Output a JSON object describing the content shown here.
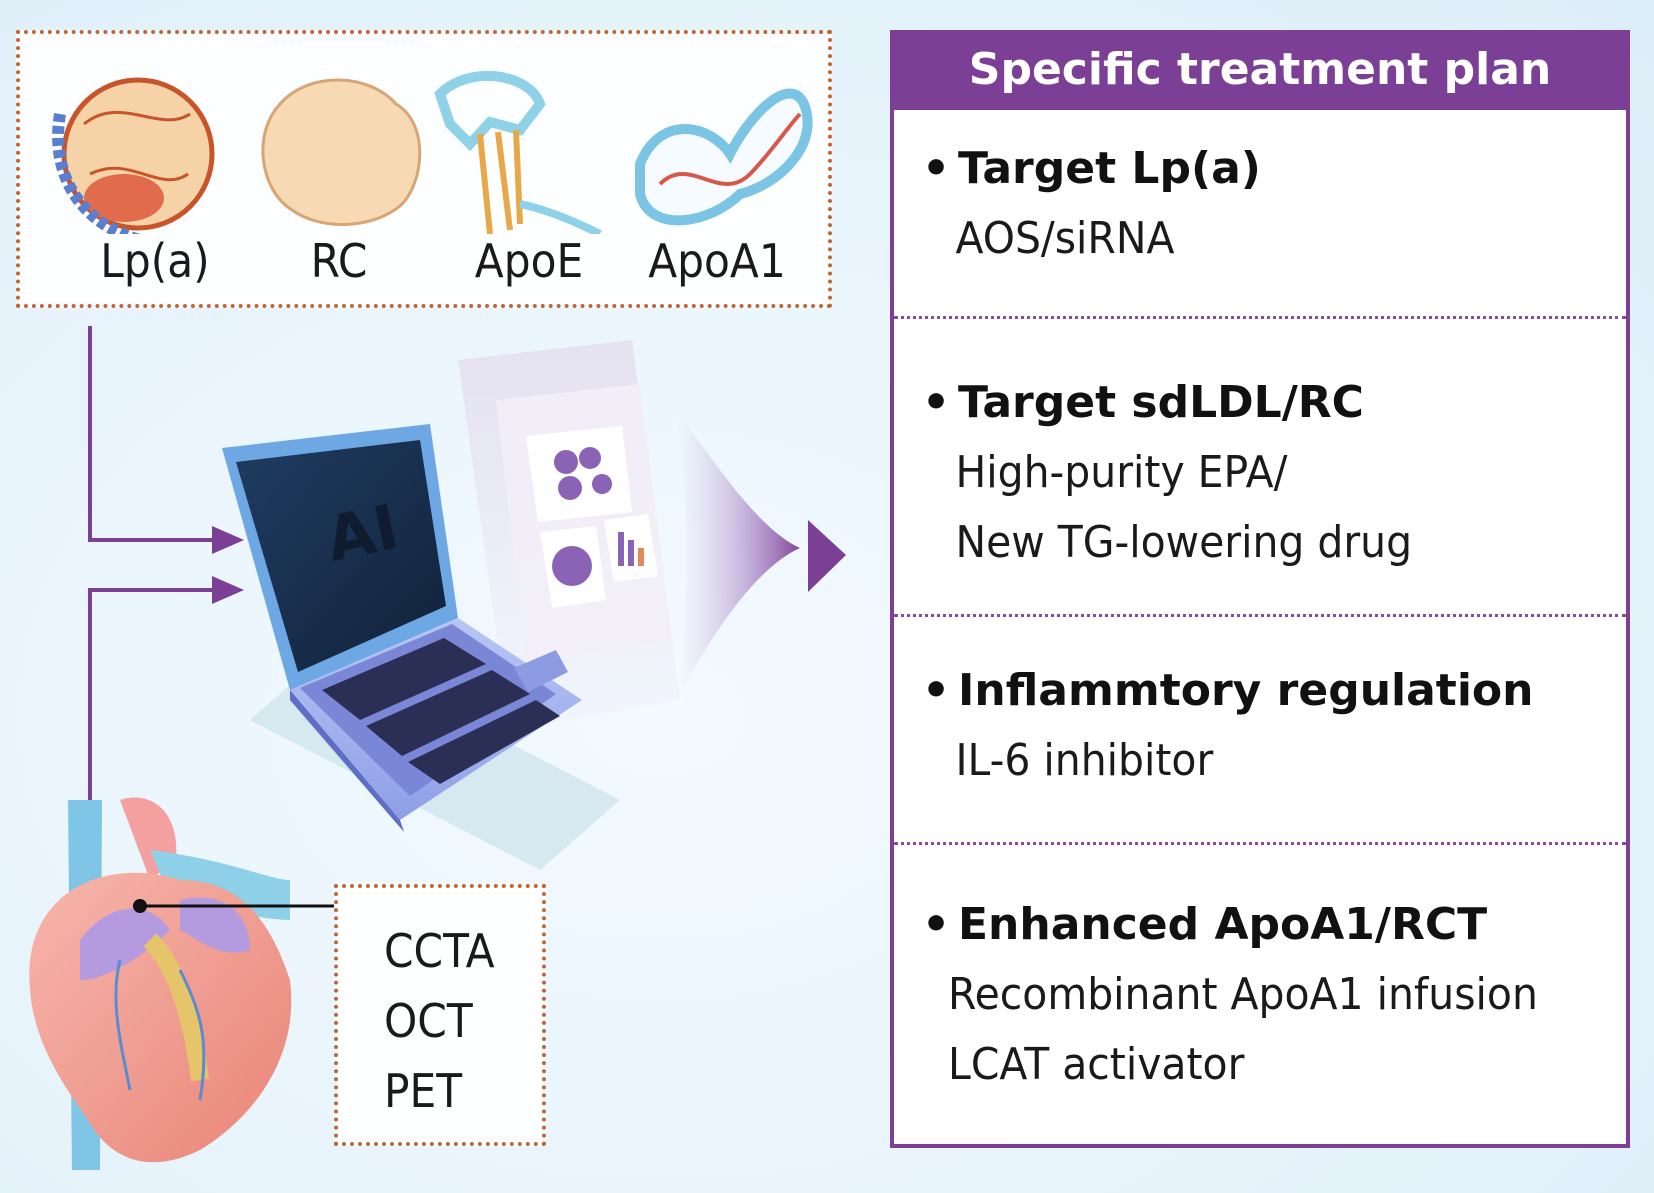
{
  "biomarkers": [
    {
      "label": "Lp(a)",
      "icon": "lpa-particle-icon"
    },
    {
      "label": "RC",
      "icon": "remnant-cholesterol-icon"
    },
    {
      "label": "ApoE",
      "icon": "apoe-protein-icon"
    },
    {
      "label": "ApoA1",
      "icon": "apoa1-protein-icon"
    }
  ],
  "imaging": {
    "items": [
      "CCTA",
      "OCT",
      "PET"
    ]
  },
  "ai_screen_text": "AI",
  "plan": {
    "title": "Specific treatment plan",
    "sections": [
      {
        "bullet": "•",
        "heading": "Target Lp(a)",
        "lines": [
          "AOS/siRNA"
        ]
      },
      {
        "bullet": "•",
        "heading": "Target sdLDL/RC",
        "lines": [
          "High-purity EPA/",
          "New TG-lowering drug"
        ]
      },
      {
        "bullet": "•",
        "heading": "Inflammtory regulation",
        "lines": [
          "IL-6 inhibitor"
        ]
      },
      {
        "bullet": "•",
        "heading": "Enhanced ApoA1/RCT",
        "lines": [
          "Recombinant ApoA1 infusion",
          "LCAT activator"
        ]
      }
    ]
  },
  "colors": {
    "accent_purple": "#7b3f95",
    "dotted_border": "#c0653a",
    "arrow_purple": "#7b3f95"
  }
}
